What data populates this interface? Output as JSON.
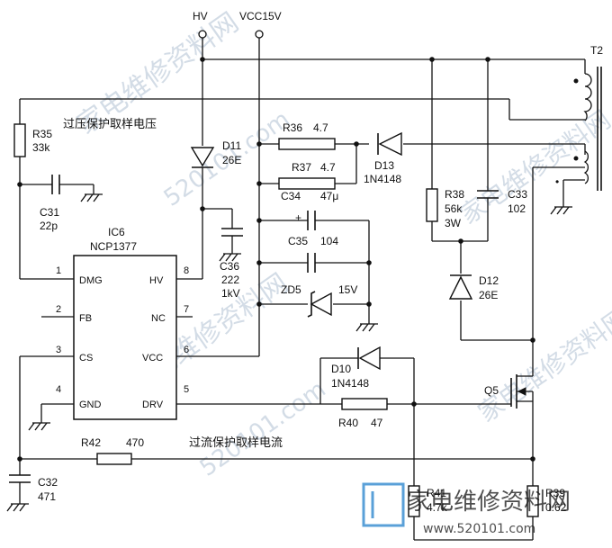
{
  "supply": {
    "hv": "HV",
    "vcc": "VCC15V"
  },
  "transformer": {
    "ref": "T2"
  },
  "ic": {
    "ref": "IC6",
    "part": "NCP1377"
  },
  "pins": [
    {
      "num": "1",
      "name": "DMG"
    },
    {
      "num": "2",
      "name": "FB"
    },
    {
      "num": "3",
      "name": "CS"
    },
    {
      "num": "4",
      "name": "GND"
    },
    {
      "num": "8",
      "name": "HV"
    },
    {
      "num": "7",
      "name": "NC"
    },
    {
      "num": "6",
      "name": "VCC"
    },
    {
      "num": "5",
      "name": "DRV"
    }
  ],
  "components": {
    "r35": {
      "ref": "R35",
      "value": "33k"
    },
    "c31": {
      "ref": "C31",
      "value": "22p"
    },
    "d11": {
      "ref": "D11",
      "value": "26E"
    },
    "c36": {
      "ref": "C36",
      "value": "222",
      "value2": "1kV"
    },
    "r36": {
      "ref": "R36",
      "value": "4.7"
    },
    "r37": {
      "ref": "R37",
      "value": "4.7"
    },
    "d13": {
      "ref": "D13",
      "value": "1N4148"
    },
    "r38": {
      "ref": "R38",
      "value": "56k",
      "value2": "3W"
    },
    "c33": {
      "ref": "C33",
      "value": "102"
    },
    "c34": {
      "ref": "C34",
      "value": "47μ"
    },
    "c35": {
      "ref": "C35",
      "value": "104"
    },
    "zd5": {
      "ref": "ZD5",
      "value": "15V"
    },
    "d12": {
      "ref": "D12",
      "value": "26E"
    },
    "d10": {
      "ref": "D10",
      "value": "1N4148"
    },
    "r40": {
      "ref": "R40",
      "value": "47"
    },
    "q5": {
      "ref": "Q5"
    },
    "r42": {
      "ref": "R42",
      "value": "470"
    },
    "c32": {
      "ref": "C32",
      "value": "471"
    },
    "r41": {
      "ref": "R41",
      "value": "4.7k"
    },
    "r39": {
      "ref": "R39",
      "value": "0.62"
    }
  },
  "notes": {
    "ovp": "过压保护取样电压",
    "ocp": "过流保护取样电流"
  },
  "watermark": {
    "text": "家电维修资料网",
    "url": "520101.com",
    "logo_cn": "家电维修资料网",
    "logo_url": "www.520101.com"
  },
  "colors": {
    "line": "#111111",
    "watermark": "#9fb3c8",
    "logo": "#5aa0d8"
  }
}
